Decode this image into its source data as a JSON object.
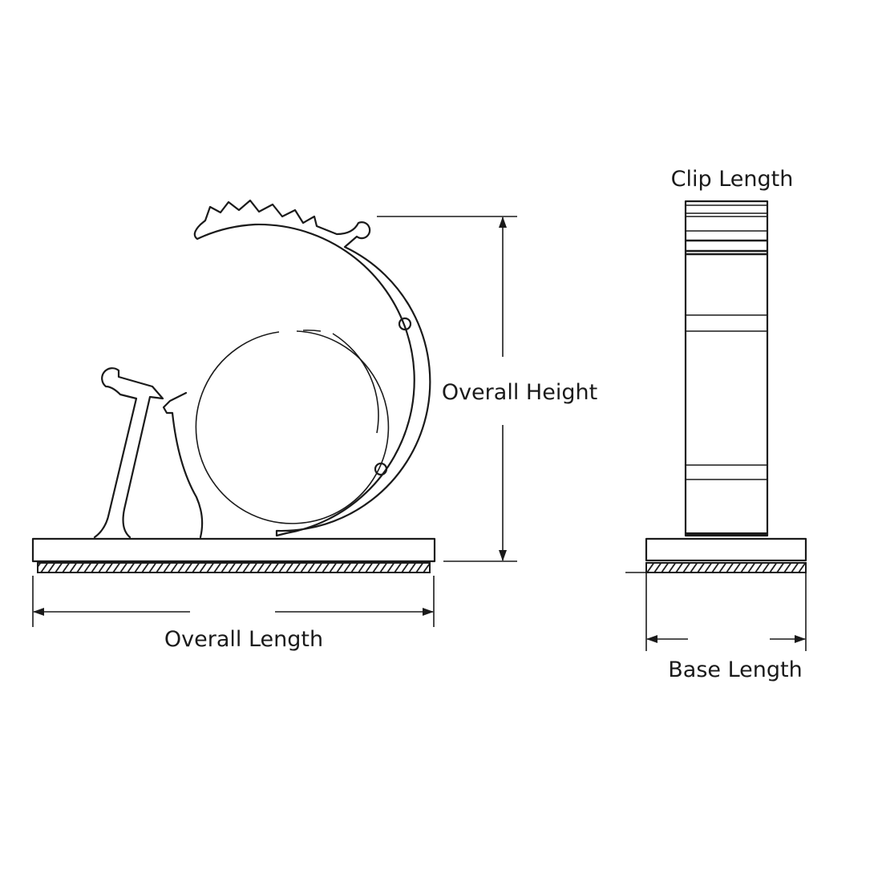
{
  "labels": {
    "overall_height": "Overall Height",
    "overall_length": "Overall Length",
    "clip_length": "Clip Length",
    "base_length": "Base Length"
  },
  "colors": {
    "line": "#1a1a1a",
    "background": "#ffffff"
  }
}
